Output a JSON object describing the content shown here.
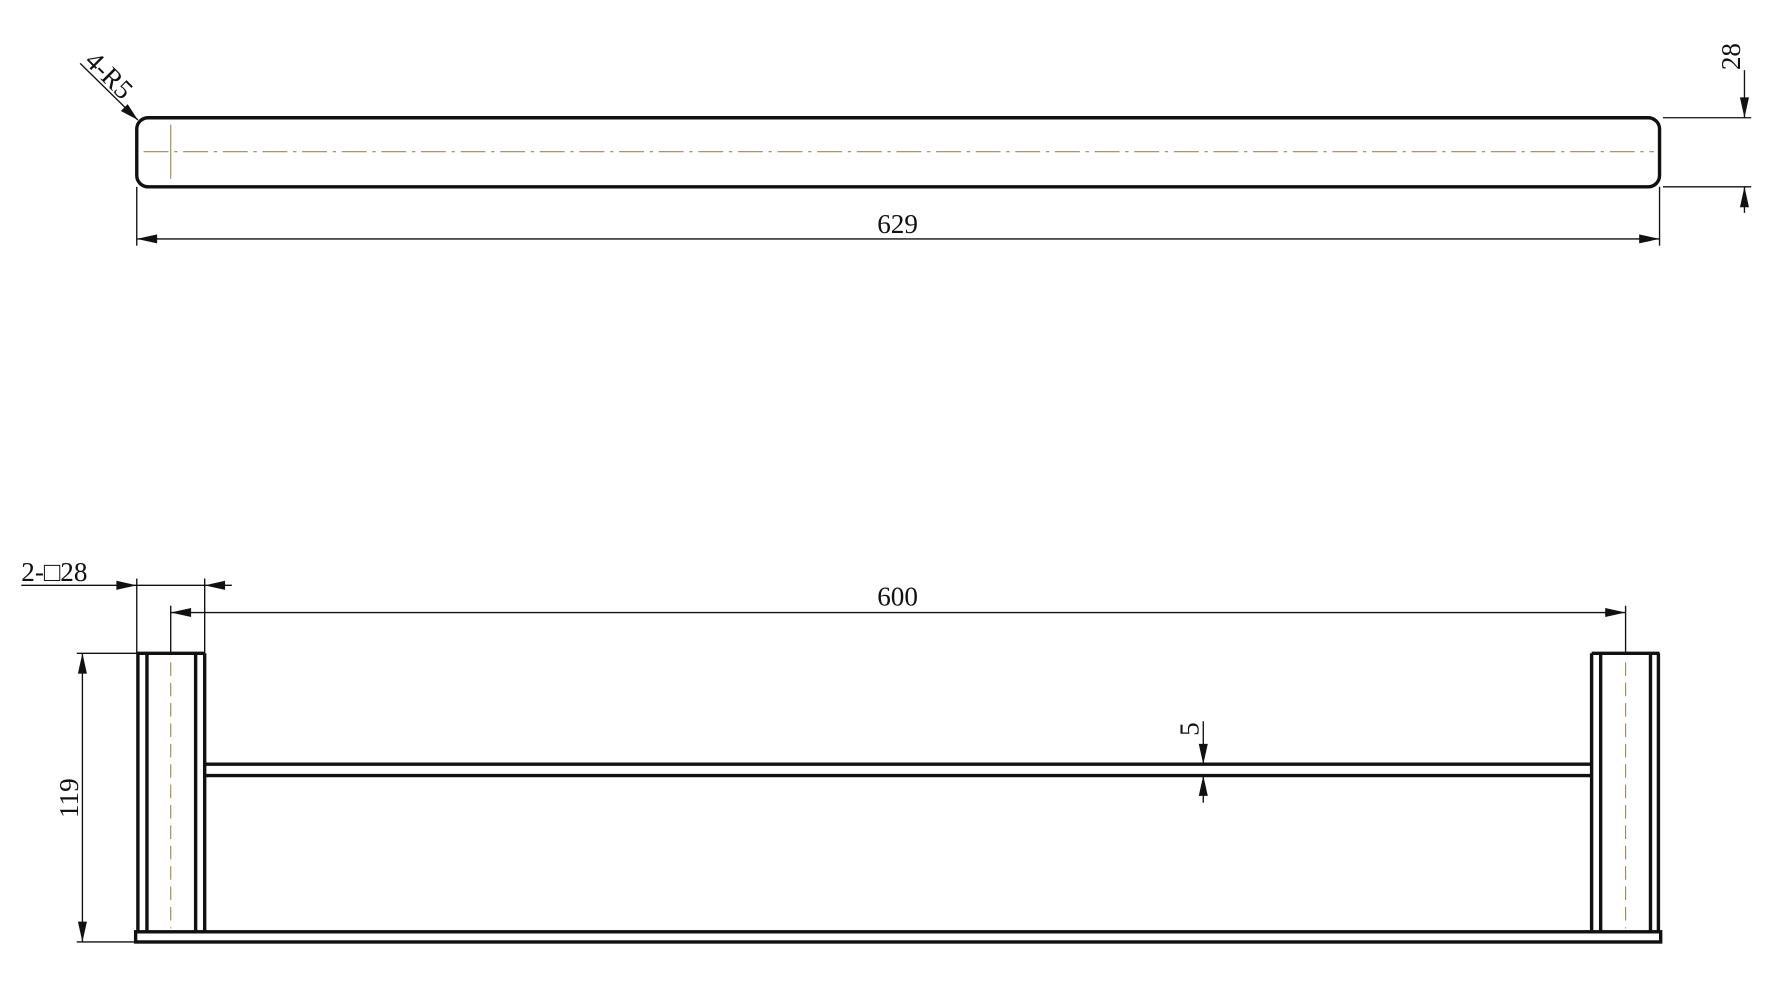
{
  "top_view": {
    "corner_radius_label": "4-R5",
    "length_label": "629",
    "height_label": "28"
  },
  "front_view": {
    "post_size_label": "2-□28",
    "span_label": "600",
    "height_label": "119",
    "bar_thickness_label": "5"
  },
  "colors": {
    "outline": "#111111",
    "centerline": "#9a8a5a"
  }
}
